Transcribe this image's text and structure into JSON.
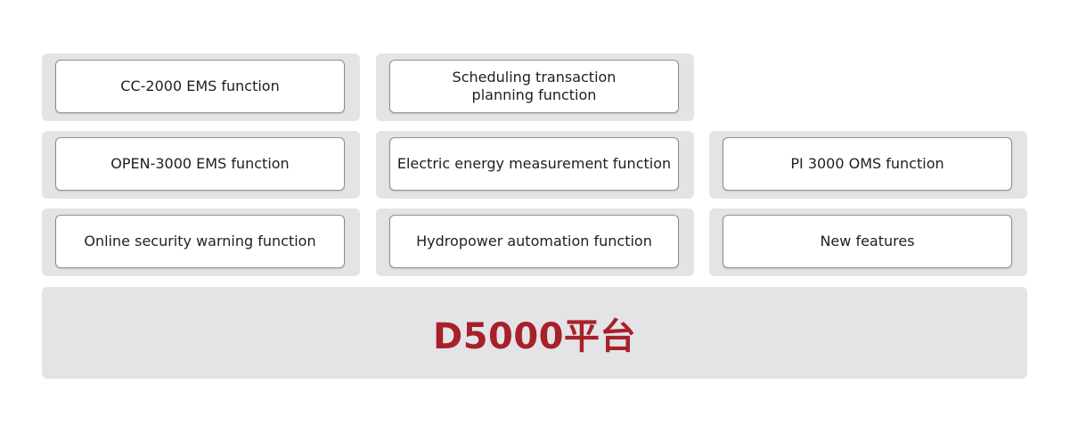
{
  "modules": {
    "row1": [
      "CC-2000 EMS function",
      "Scheduling transaction\nplanning function"
    ],
    "row2": [
      "OPEN-3000 EMS function",
      "Electric energy measurement function",
      "PI 3000 OMS function"
    ],
    "row3": [
      "Online security warning function",
      "Hydropower automation function",
      "New features"
    ]
  },
  "platform": {
    "label": "D5000平台"
  },
  "colors": {
    "tile_background": "#e4e4e6",
    "card_background": "#ffffff",
    "card_border": "#8f8f8f",
    "platform_text": "#a8202a"
  }
}
